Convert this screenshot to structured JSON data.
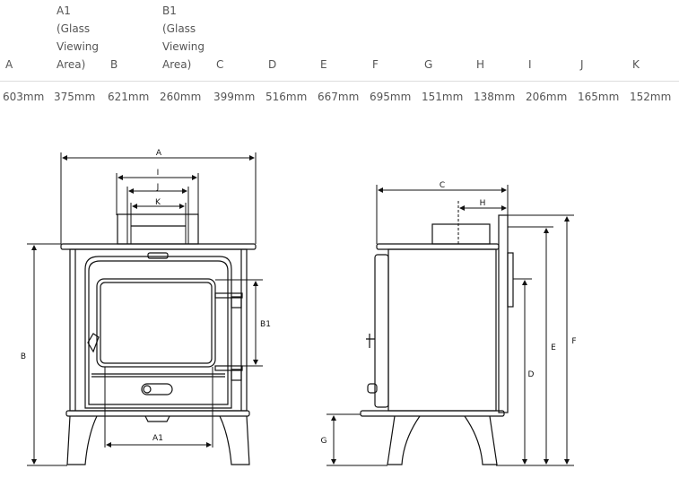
{
  "table": {
    "headers": [
      {
        "lines": [
          "A"
        ]
      },
      {
        "lines": [
          "A1",
          "(Glass",
          "Viewing",
          "Area)"
        ]
      },
      {
        "lines": [
          "B"
        ]
      },
      {
        "lines": [
          "B1",
          "(Glass",
          "Viewing",
          "Area)"
        ]
      },
      {
        "lines": [
          "C"
        ]
      },
      {
        "lines": [
          "D"
        ]
      },
      {
        "lines": [
          "E"
        ]
      },
      {
        "lines": [
          "F"
        ]
      },
      {
        "lines": [
          "G"
        ]
      },
      {
        "lines": [
          "H"
        ]
      },
      {
        "lines": [
          "I"
        ]
      },
      {
        "lines": [
          "J"
        ]
      },
      {
        "lines": [
          "K"
        ]
      }
    ],
    "values": [
      "603mm",
      "375mm",
      "621mm",
      "260mm",
      "399mm",
      "516mm",
      "667mm",
      "695mm",
      "151mm",
      "138mm",
      "206mm",
      "165mm",
      "152mm"
    ]
  },
  "diagram": {
    "front_labels": {
      "A": "A",
      "I": "I",
      "J": "J",
      "K": "K",
      "B": "B",
      "B1": "B1",
      "A1": "A1"
    },
    "side_labels": {
      "C": "C",
      "H": "H",
      "D": "D",
      "E": "E",
      "F": "F",
      "G": "G"
    }
  }
}
